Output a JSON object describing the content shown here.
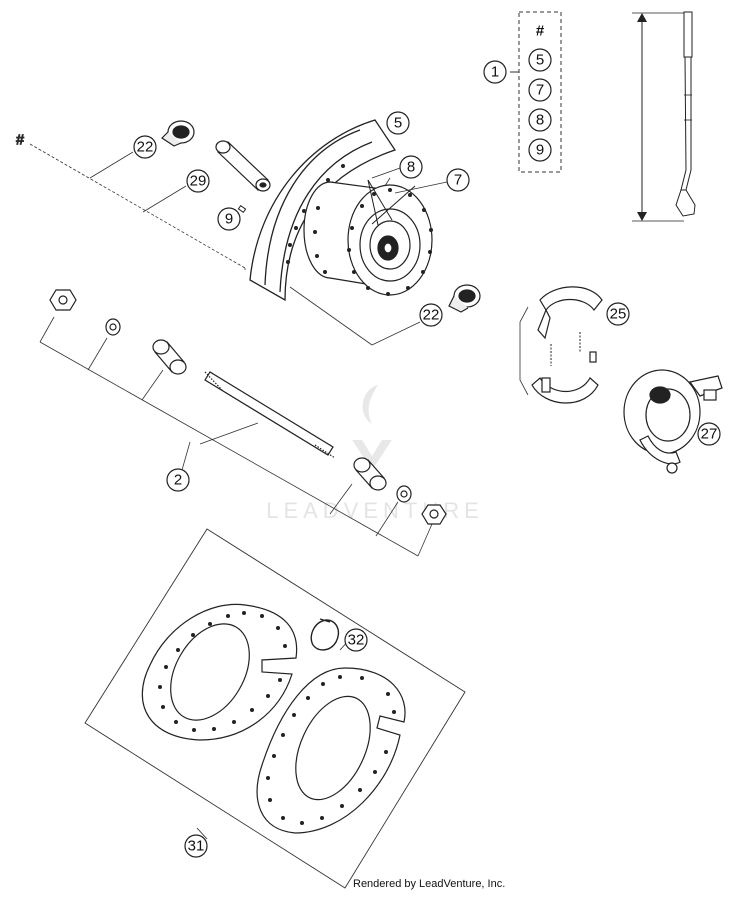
{
  "diagram": {
    "hash_symbol": "#",
    "callouts": {
      "c1": "1",
      "c5_kit": "5",
      "c7_kit": "7",
      "c8_kit": "8",
      "c9_kit": "9",
      "c5": "5",
      "c8": "8",
      "c7": "7",
      "c22_top": "22",
      "c29": "29",
      "c9": "9",
      "c22_bottom": "22",
      "c25": "25",
      "c27": "27",
      "c2": "2",
      "c32": "32",
      "c31": "31"
    },
    "watermark": "LEADVENTURE",
    "credit": "Rendered by LeadVenture, Inc."
  }
}
